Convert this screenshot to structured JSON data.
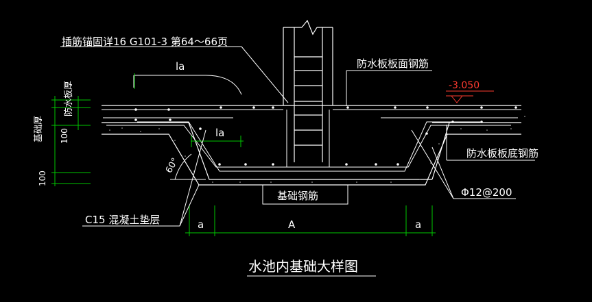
{
  "drawing": {
    "title": "水池内基础大样图",
    "labels": {
      "anchor_note": "插筋锚固详16 G101-3 第64～66页",
      "top_rebar": "防水板板面钢筋",
      "bottom_rebar": "防水板板底钢筋",
      "foundation_rebar": "基础钢筋",
      "cushion": "C15 混凝土垫层",
      "rebar_spec": "Φ12@200",
      "elevation": "-3.050",
      "la_top": "la",
      "la_mid": "la",
      "angle": "60°",
      "dim_a_left": "a",
      "dim_A": "A",
      "dim_a_right": "a",
      "slab_thickness": "防水板厚",
      "foundation_thickness": "基础厚",
      "dim_100_upper": "100",
      "dim_100_lower": "100"
    },
    "colors": {
      "background": "#000000",
      "line": "#ffffff",
      "dimension": "#00c800",
      "elevation": "#ff3b30"
    }
  }
}
